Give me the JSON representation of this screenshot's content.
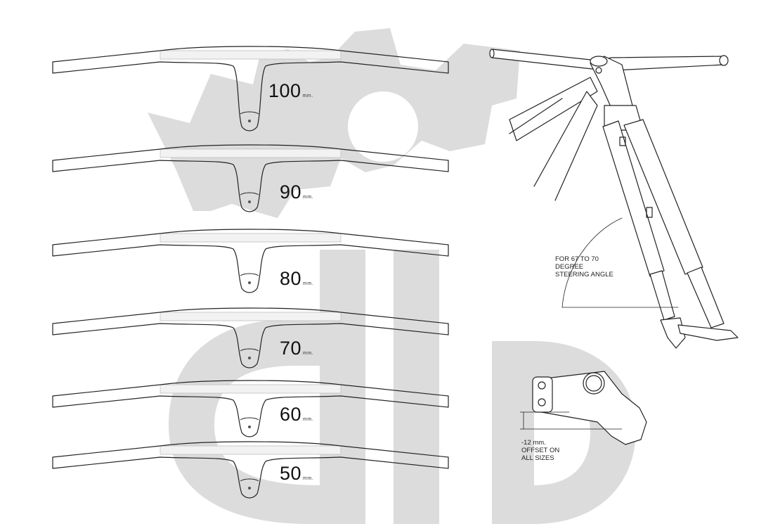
{
  "bars": [
    {
      "value": "100",
      "unit": "mm."
    },
    {
      "value": "90",
      "unit": "mm."
    },
    {
      "value": "80",
      "unit": "mm."
    },
    {
      "value": "70",
      "unit": "mm."
    },
    {
      "value": "60",
      "unit": "mm."
    },
    {
      "value": "50",
      "unit": "mm."
    }
  ],
  "annotations": {
    "steering_line1": "FOR 67 TO 70",
    "steering_line2": "DEGREE",
    "steering_line3": "STEERING ANGLE",
    "offset_line1": "-12 mm.",
    "offset_line2": "OFFSET ON",
    "offset_line3": "ALL SIZES"
  },
  "colors": {
    "watermark": "#dcdcdc",
    "line": "#222222",
    "highlight": "#f2f2f2"
  }
}
